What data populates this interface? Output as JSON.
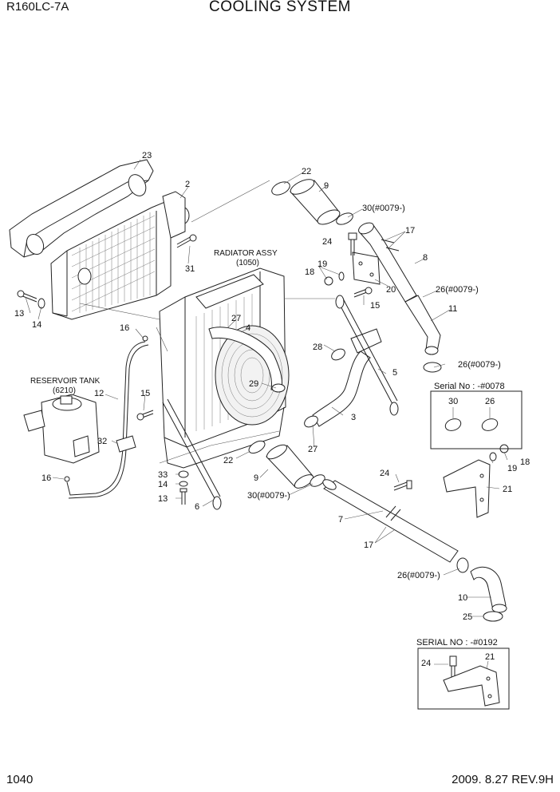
{
  "header": {
    "model": "R160LC-7A",
    "title": "COOLING SYSTEM"
  },
  "footer": {
    "page_number": "1040",
    "revision": "2009. 8.27  REV.9H"
  },
  "labels": {
    "radiator_assy": "RADIATOR ASSY",
    "radiator_code": "(1050)",
    "reservoir_tank": "RESERVOIR TANK",
    "reservoir_code": "(6210)"
  },
  "callouts": {
    "c23": "23",
    "c2": "2",
    "c22a": "22",
    "c9a": "9",
    "c30a": "30(#0079-)",
    "c17a": "17",
    "c24a": "24",
    "c8": "8",
    "c31": "31",
    "c19a": "19",
    "c18a": "18",
    "c20": "20",
    "c26a": "26(#0079-)",
    "c15a": "15",
    "c11": "11",
    "c13a": "13",
    "c14a": "14",
    "c16a": "16",
    "c27a": "27",
    "c4": "4",
    "c28": "28",
    "c26b": "26(#0079-)",
    "c29": "29",
    "c5": "5",
    "c12": "12",
    "c15b": "15",
    "c3": "3",
    "c32": "32",
    "c27b": "27",
    "c22b": "22",
    "c16b": "16",
    "c9b": "9",
    "c33": "33",
    "c14b": "14",
    "c13b": "13",
    "c6": "6",
    "c30b": "30(#0079-)",
    "c24b": "24",
    "c19b": "19",
    "c18b": "18",
    "c21a": "21",
    "c7": "7",
    "c17b": "17",
    "c26c": "26(#0079-)",
    "c10": "10",
    "c25": "25",
    "c24c": "24",
    "c21b": "21"
  },
  "inset_serial_0078": {
    "title": "Serial No : -#0078",
    "part_a": "30",
    "part_b": "26"
  },
  "inset_serial_0192": {
    "title": "SERIAL NO : -#0192",
    "part_a": "24",
    "part_b": "21"
  }
}
